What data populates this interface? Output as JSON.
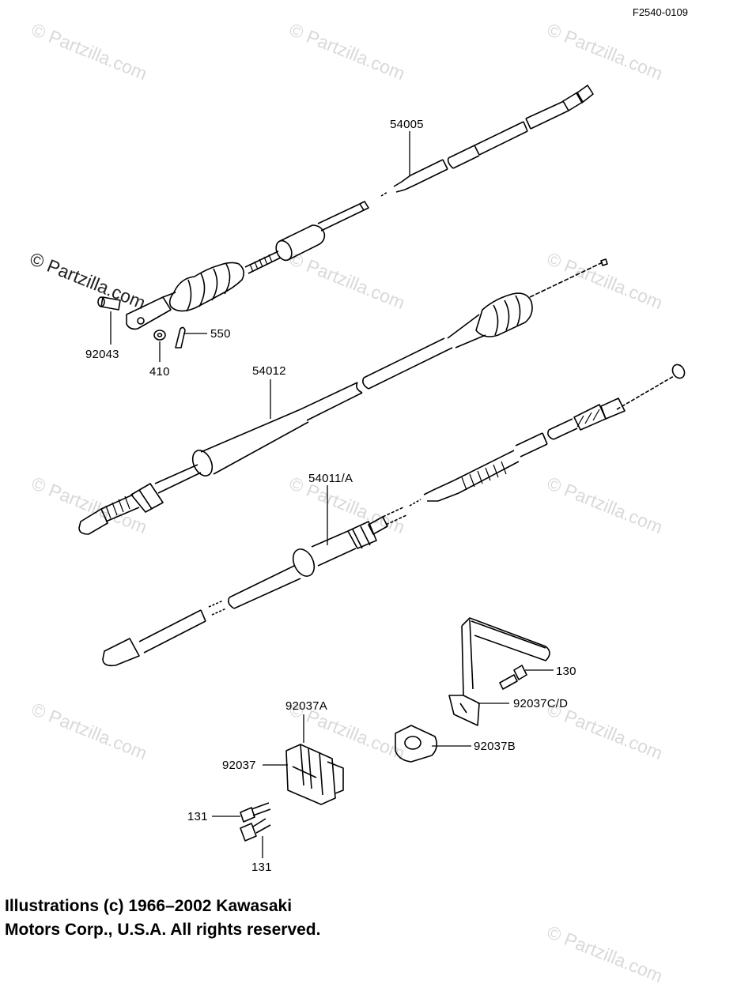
{
  "diagram_code": "F2540-0109",
  "watermark_text": "© Partzilla.com",
  "callouts": {
    "p54005": "54005",
    "p92043": "92043",
    "p410": "410",
    "p550": "550",
    "p54012": "54012",
    "p54011": "54011/A",
    "p130": "130",
    "p92037cd": "92037C/D",
    "p92037a": "92037A",
    "p92037b": "92037B",
    "p92037": "92037",
    "p131a": "131",
    "p131b": "131"
  },
  "copyright": {
    "line1": "Illustrations (c) 1966–2002 Kawasaki",
    "line2": "Motors Corp., U.S.A.  All rights reserved."
  }
}
